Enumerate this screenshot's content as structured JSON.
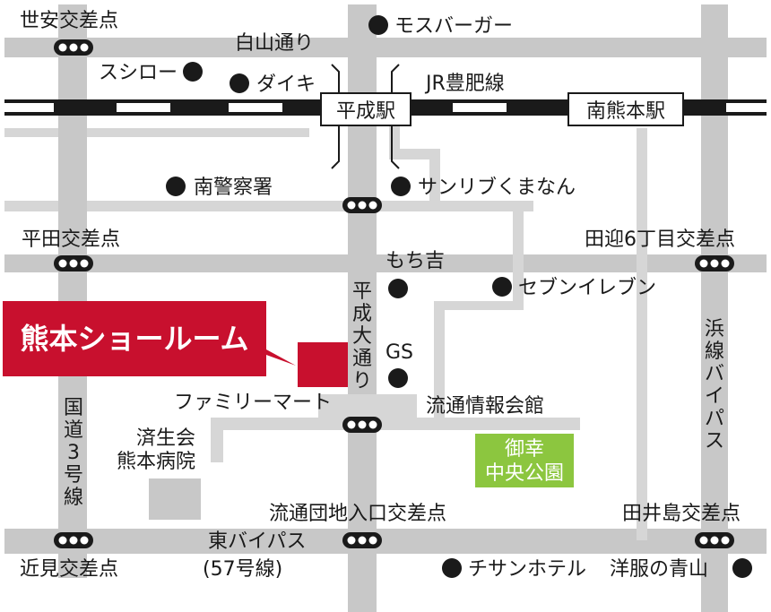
{
  "colors": {
    "road_major": "#c8c8c8",
    "road_minor": "#d6d6d6",
    "rail_black": "#1a1a1a",
    "showroom_red": "#c8102e",
    "park_green": "#8cc63f",
    "text": "#1a1a1a",
    "background": "#ffffff"
  },
  "roads": {
    "hirata_label": "平田交差点",
    "tamukae_label": "田迎6丁目交差点",
    "setoyasu_label": "世安交差点",
    "ryutsu_danchi_label": "流通団地入口交差点",
    "tainoshima_label": "田井島交差点",
    "chikami_label": "近見交差点",
    "shirayama_label": "白山通り",
    "heisei_oodori_label": "平成大通り",
    "kokudo3_label": "国道3号線",
    "hama_bypass_label": "浜線バイパス",
    "higashi_bypass_label": "東バイパス",
    "route57_label": "(57号線)"
  },
  "rail": {
    "line_label": "JR豊肥線",
    "station_heisei": "平成駅",
    "station_minami_kumamoto": "南熊本駅"
  },
  "landmarks": {
    "mos_burger": "モスバーガー",
    "sushiro": "スシロー",
    "daiki": "ダイキ",
    "minami_police": "南警察署",
    "sunrib": "サンリブくまなん",
    "mochikichi": "もち吉",
    "seven_eleven": "セブンイレブン",
    "gs": "GS",
    "family_mart": "ファミリーマート",
    "ryutsu_joho": "流通情報会館",
    "saiseikai_1": "済生会",
    "saiseikai_2": "熊本病院",
    "chisan_hotel": "チサンホテル",
    "aoyama": "洋服の青山"
  },
  "park": {
    "line1": "御幸",
    "line2": "中央公園"
  },
  "showroom": {
    "label": "熊本ショールーム"
  }
}
